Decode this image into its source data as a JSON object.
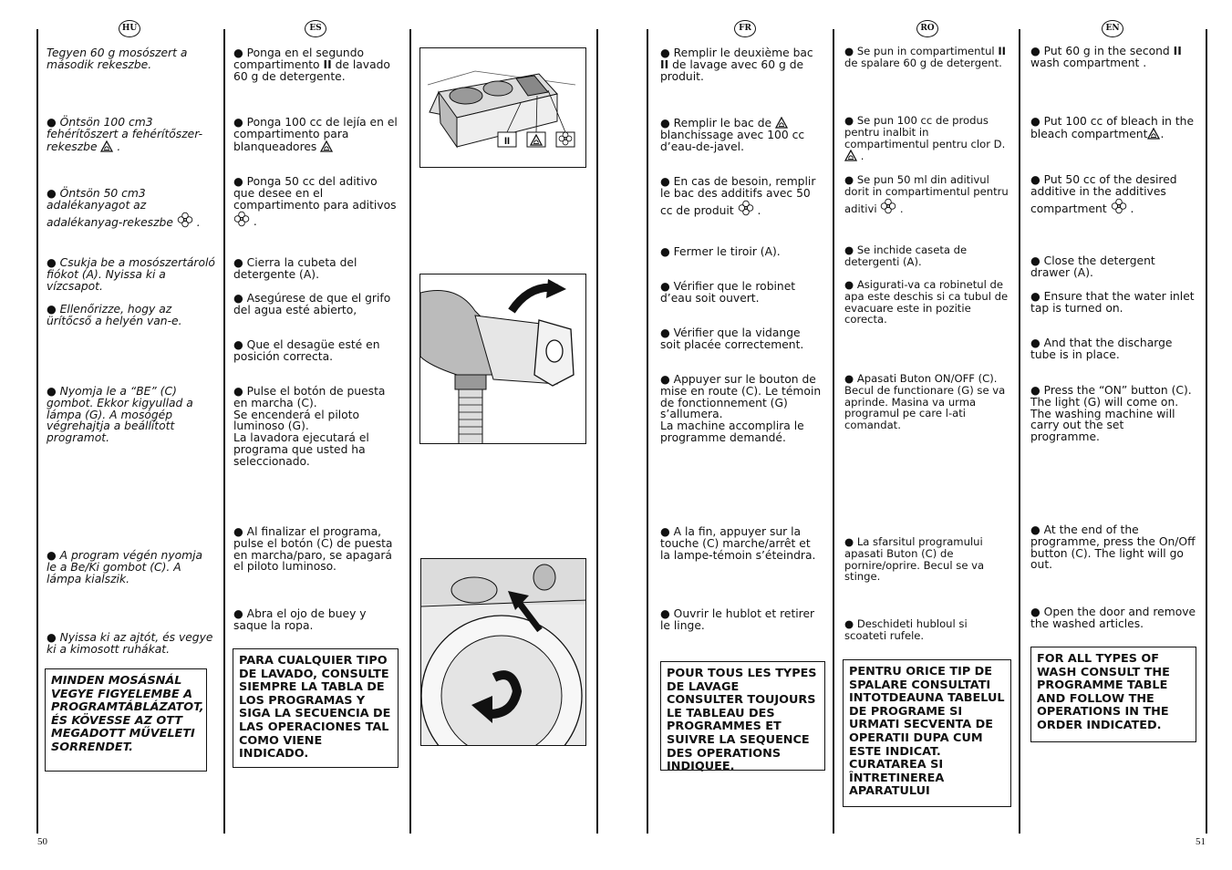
{
  "langs": {
    "hu": "HU",
    "es": "ES",
    "fr": "FR",
    "ro": "RO",
    "en": "EN"
  },
  "page_left": "50",
  "page_right": "51",
  "hu": {
    "p1": "Tegyen 60 g mosószert a második rekeszbe.",
    "p2": "Öntsön 100 cm3 fehérítőszert a fehérítőszer-rekeszbe",
    "p3": "Öntsön 50 cm3 adalékanyagot az adalékanyag-rekeszbe",
    "p4": "Csukja be a mosószertároló fiókot (A). Nyissa ki a vízcsapot.",
    "p5": "Ellenőrizze, hogy az ürítőcső a helyén van-e.",
    "p6": "Nyomja le a “BE” (C) gombot. Ekkor kigyullad a lámpa (G). A mosógép végrehajtja a beállított programot.",
    "p7": "A program végén nyomja le a Be/Ki gombot (C). A lámpa kialszik.",
    "p8": "Nyissa ki az ajtót, és vegye ki a kimosott ruhákat.",
    "box": "MINDEN MOSÁSNÁL VEGYE FIGYELEMBE A PROGRAMTÁBLÁZATOT, ÉS KÖVESSE AZ OTT MEGADOTT MŰVELETI SORRENDET."
  },
  "es": {
    "p1a": "Ponga en el segundo compartimento ",
    "p1b": "de lavado 60 g de detergente.",
    "p2": "Ponga 100 cc de lejía en el compartimento para blanqueadores",
    "p3": "Ponga 50 cc del aditivo que desee en el compartimento para aditivos",
    "p4": "Cierra la cubeta del detergente (A).",
    "p5": "Asegúrese de que el grifo del agua esté abierto,",
    "p6": "Que el desagüe esté en posición correcta.",
    "p7a": "Pulse el botón de puesta en marcha (C).",
    "p7b": "Se encenderá el piloto luminoso (G).",
    "p7c": "La lavadora ejecutará el programa que usted ha seleccionado.",
    "p8": "Al finalizar el programa, pulse el botón (C) de puesta en marcha/paro, se apagará el piloto luminoso.",
    "p9": "Abra el ojo de buey y saque la ropa.",
    "box": "PARA CUALQUIER TIPO DE LAVADO, CONSULTE SIEMPRE LA TABLA DE LOS PROGRAMAS Y SIGA LA SECUENCIA DE LAS OPERACIONES TAL COMO VIENE INDICADO."
  },
  "fr": {
    "p1a": "Remplir le deuxième bac ",
    "p1b": " de lavage avec 60 g de produit.",
    "p2a": "Remplir le bac de",
    "p2b": "blanchissage avec 100 cc d’eau-de-javel.",
    "p3": "En cas de besoin, remplir le bac des additifs avec 50 cc de produit",
    "p4": "Fermer le tiroir (A).",
    "p5": "Vérifier que le robinet d’eau soit ouvert.",
    "p6": "Vérifier que la vidange soit placée correctement.",
    "p7a": "Appuyer sur le bouton de mise en route (C). Le témoin de fonctionnement (G) s’allumera.",
    "p7b": "La machine accomplira le programme demandé.",
    "p8": "A la fin, appuyer sur la touche (C) marche/arrêt et la lampe-témoin s’éteindra.",
    "p9": "Ouvrir le hublot et retirer le linge.",
    "box": "POUR TOUS LES TYPES DE LAVAGE CONSULTER TOUJOURS LE TABLEAU DES PROGRAMMES ET SUIVRE LA SEQUENCE DES OPERATIONS INDIQUEE."
  },
  "ro": {
    "p1a": "Se pun in compartimentul ",
    "p1b": "de spalare 60 g de detergent.",
    "p2": "Se pun 100 cc de produs pentru inalbit in compartimentul pentru clor D.",
    "p3": "Se pun 50 ml din aditivul dorit in compartimentul pentru aditivi",
    "p4": "Se inchide caseta de detergenti (A).",
    "p5": "Asigurati-va ca robinetul de apa este deschis si ca tubul de evacuare este in pozitie corecta.",
    "p6": "Apasati Buton ON/OFF (C). Becul de functionare (G) se va aprinde. Masina va urma programul pe care  l-ati comandat.",
    "p7": "La sfarsitul programului apasati Buton (C) de pornire/oprire. Becul se va stinge.",
    "p8": "Deschideti hubloul si scoateti rufele.",
    "box": "PENTRU ORICE TIP DE SPALARE CONSULTATI INTOTDEAUNA TABELUL DE PROGRAME SI URMATI SECVENTA DE OPERATII DUPA CUM ESTE INDICAT. CURATAREA SI ÎNTRETINEREA APARATULUI"
  },
  "en": {
    "p1a": "Put 60 g in the second ",
    "p1b": "wash compartment .",
    "p2": "Put 100 cc of bleach in the bleach compartment",
    "p3": "Put 50 cc of the desired additive  in the additives compartment",
    "p4": "Close the detergent drawer (A).",
    "p5": "Ensure that the water inlet tap is turned on.",
    "p6": "And that the discharge tube is in place.",
    "p7": "Press the “ON” button (C). The light (G) will come on. The washing machine will carry out the set programme.",
    "p8": "At the end of the programme, press the On/Off button (C). The light will go out.",
    "p9": "Open the door and remove the washed articles.",
    "box": "FOR ALL TYPES OF WASH CONSULT THE PROGRAMME TABLE AND FOLLOW THE OPERATIONS IN THE ORDER INDICATED."
  },
  "symbols": {
    "bullet": "●",
    "roman_two": "II",
    "period": "."
  },
  "icons": [
    "bleach-triangle-icon",
    "additive-flower-icon",
    "roman-two-icon"
  ]
}
